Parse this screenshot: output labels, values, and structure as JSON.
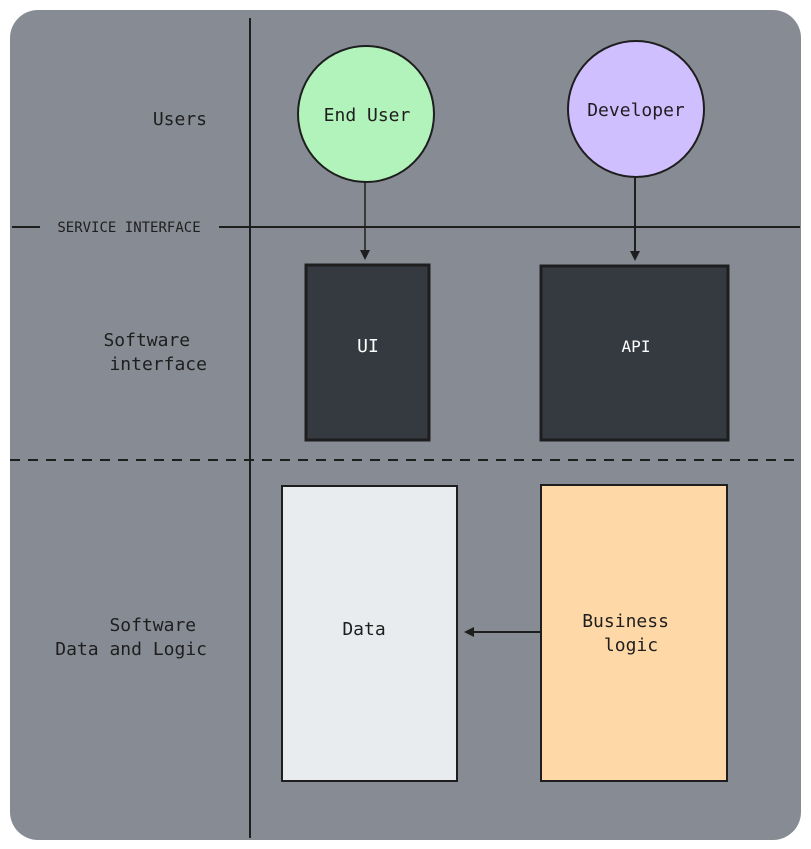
{
  "diagram": {
    "colors": {
      "background": "#878c94",
      "line": "#1e1e1e",
      "end_user_fill": "#b2f2bb",
      "developer_fill": "#d0bfff",
      "dark_box_fill": "#343a40",
      "data_fill": "#e9ecef",
      "business_fill": "#ffd8a8"
    },
    "row_labels": {
      "users": "Users",
      "service_interface": "SERVICE INTERFACE",
      "software_interface": [
        "Software",
        "interface"
      ],
      "software_data_logic": [
        "Software",
        "Data and Logic"
      ]
    },
    "nodes": {
      "end_user": "End User",
      "developer": "Developer",
      "ui": "UI",
      "api": "API",
      "data": "Data",
      "business_logic": [
        "Business",
        "logic"
      ]
    },
    "edges": [
      {
        "from": "End User",
        "to": "UI"
      },
      {
        "from": "Developer",
        "to": "API"
      },
      {
        "from": "Business logic",
        "to": "Data"
      }
    ]
  }
}
